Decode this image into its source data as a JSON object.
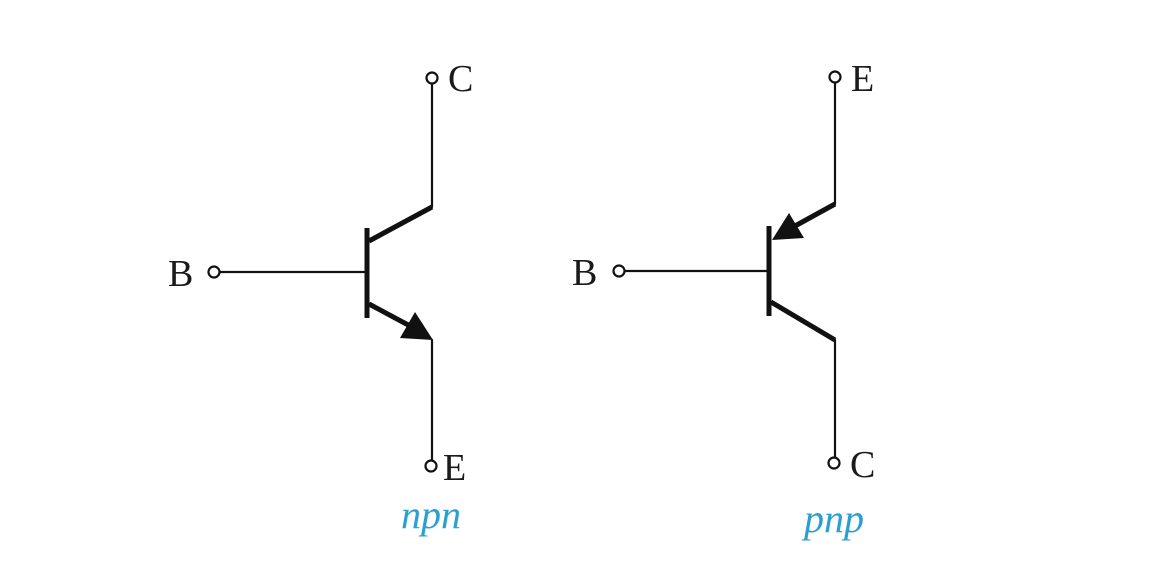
{
  "colors": {
    "line": "#111111",
    "caption": "#2a9fd0"
  },
  "transistors": [
    {
      "type_label": "npn",
      "pins": {
        "base": "B",
        "collector": "C",
        "emitter": "E"
      }
    },
    {
      "type_label": "pnp",
      "pins": {
        "base": "B",
        "emitter": "E",
        "collector": "C"
      }
    }
  ]
}
